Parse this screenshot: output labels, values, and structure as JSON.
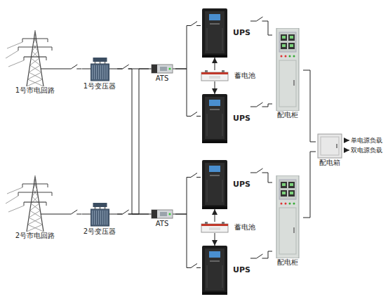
{
  "diagram": {
    "nodes": [
      {
        "text": [
          "1号市电回路"
        ]
      },
      {
        "text": [
          "1号变压器"
        ]
      },
      {
        "text": [
          "ATS"
        ]
      },
      {
        "text": [
          "UPS"
        ]
      },
      {
        "text": [
          "蓄电池"
        ]
      },
      {
        "text": [
          "UPS"
        ]
      },
      {
        "text": [
          "配电柜"
        ]
      },
      {
        "text": [
          "2号市电回路"
        ]
      },
      {
        "text": [
          "2号变压器"
        ]
      },
      {
        "text": [
          "ATS"
        ]
      },
      {
        "text": [
          "UPS"
        ]
      },
      {
        "text": [
          "蓄电池"
        ]
      },
      {
        "text": [
          "UPS"
        ]
      },
      {
        "text": [
          "配电柜"
        ]
      },
      {
        "text": [
          "配电箱"
        ]
      },
      {
        "text": [
          "单电源负载"
        ]
      },
      {
        "text": [
          "双电源负载"
        ]
      }
    ],
    "edges": [
      {
        "from": 0,
        "to": 1,
        "arrow": "none"
      },
      {
        "from": 1,
        "to": 2,
        "arrow": "none"
      },
      {
        "from": 1,
        "to": 9,
        "arrow": "none"
      },
      {
        "from": 7,
        "to": 8,
        "arrow": "none"
      },
      {
        "from": 8,
        "to": 9,
        "arrow": "none"
      },
      {
        "from": 8,
        "to": 2,
        "arrow": "none"
      },
      {
        "from": 2,
        "to": 3,
        "arrow": "none"
      },
      {
        "from": 2,
        "to": 5,
        "arrow": "none"
      },
      {
        "from": 4,
        "to": 3,
        "arrow": "to"
      },
      {
        "from": 4,
        "to": 5,
        "arrow": "to"
      },
      {
        "from": 3,
        "to": 6,
        "arrow": "none"
      },
      {
        "from": 5,
        "to": 6,
        "arrow": "none"
      },
      {
        "from": 9,
        "to": 10,
        "arrow": "none"
      },
      {
        "from": 9,
        "to": 12,
        "arrow": "none"
      },
      {
        "from": 11,
        "to": 10,
        "arrow": "to"
      },
      {
        "from": 11,
        "to": 12,
        "arrow": "to"
      },
      {
        "from": 10,
        "to": 13,
        "arrow": "none"
      },
      {
        "from": 12,
        "to": 13,
        "arrow": "none"
      },
      {
        "from": 6,
        "to": 14,
        "arrow": "none"
      },
      {
        "from": 13,
        "to": 14,
        "arrow": "none"
      },
      {
        "from": 14,
        "to": 15,
        "arrow": "to"
      },
      {
        "from": 14,
        "to": 16,
        "arrow": "to"
      }
    ]
  }
}
